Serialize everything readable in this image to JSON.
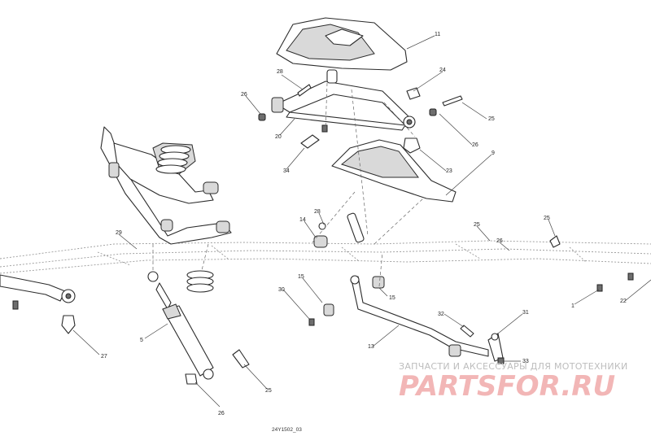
{
  "diagram": {
    "reference_code": "24Y1502_03",
    "callouts": [
      {
        "id": "c11",
        "text": "11"
      },
      {
        "id": "c28a",
        "text": "28"
      },
      {
        "id": "c24",
        "text": "24"
      },
      {
        "id": "c26a",
        "text": "26"
      },
      {
        "id": "c25a",
        "text": "25"
      },
      {
        "id": "c20",
        "text": "20"
      },
      {
        "id": "c26b",
        "text": "26"
      },
      {
        "id": "c34",
        "text": "34"
      },
      {
        "id": "c9",
        "text": "9"
      },
      {
        "id": "c23",
        "text": "23"
      },
      {
        "id": "c14",
        "text": "14"
      },
      {
        "id": "c28b",
        "text": "28"
      },
      {
        "id": "c25b",
        "text": "25"
      },
      {
        "id": "c26c",
        "text": "26"
      },
      {
        "id": "c25c",
        "text": "25"
      },
      {
        "id": "c29",
        "text": "29"
      },
      {
        "id": "c15a",
        "text": "15"
      },
      {
        "id": "c15b",
        "text": "15"
      },
      {
        "id": "c30",
        "text": "30"
      },
      {
        "id": "c1",
        "text": "1"
      },
      {
        "id": "c22",
        "text": "22"
      },
      {
        "id": "c32",
        "text": "32"
      },
      {
        "id": "c31",
        "text": "31"
      },
      {
        "id": "c27",
        "text": "27"
      },
      {
        "id": "c5",
        "text": "5"
      },
      {
        "id": "c13",
        "text": "13"
      },
      {
        "id": "c33",
        "text": "33"
      },
      {
        "id": "c25d",
        "text": "25"
      },
      {
        "id": "c26d",
        "text": "26"
      }
    ]
  },
  "watermark": {
    "tagline": "ЗАПЧАСТИ И АКСЕССУАРЫ ДЛЯ МОТОТЕХНИКИ",
    "logo": "PARTSFOR.RU",
    "color": "#e23c3c"
  }
}
